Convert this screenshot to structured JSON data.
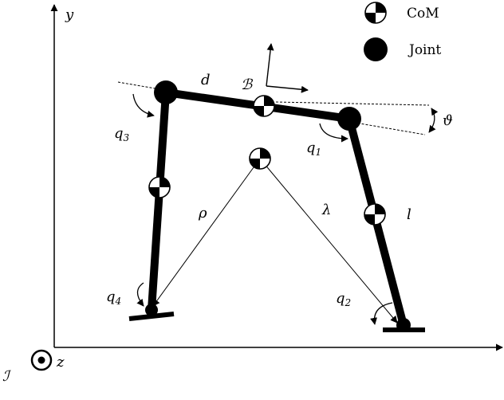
{
  "axes": {
    "y_label": "y",
    "z_label": "z",
    "frame_label": "ℐ"
  },
  "legend": {
    "com_label": "CoM",
    "joint_label": "Joint"
  },
  "labels": {
    "d": "d",
    "body_frame": "ℬ",
    "theta": "ϑ",
    "q1": "q",
    "q1_sub": "1",
    "q2": "q",
    "q2_sub": "2",
    "q3": "q",
    "q3_sub": "3",
    "q4": "q",
    "q4_sub": "4",
    "rho": "ρ",
    "lambda": "λ",
    "l": "l"
  }
}
